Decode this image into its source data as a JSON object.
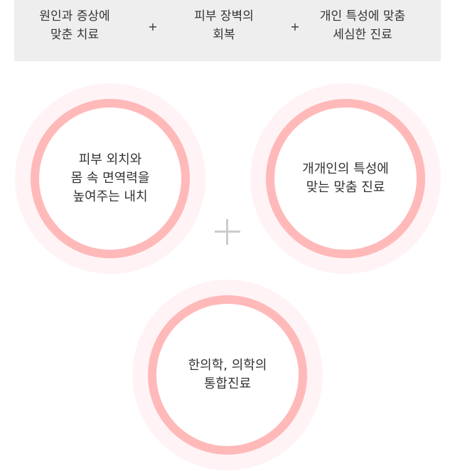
{
  "top_bar": {
    "items": [
      {
        "line1": "원인과 증상에",
        "line2": "맞춘 치료"
      },
      {
        "line1": "피부 장벽의",
        "line2": "회복"
      },
      {
        "line1": "개인 특성에 맞춤",
        "line2": "세심한 진료"
      }
    ],
    "plus": "+"
  },
  "circles": [
    {
      "lines": [
        "피부 외치와",
        "몸 속 면역력을",
        "높여주는 내치"
      ]
    },
    {
      "lines": [
        "개개인의 특성에",
        "맞는 맞춤 진료"
      ]
    },
    {
      "lines": [
        "한의학, 의학의",
        "통합진료"
      ]
    }
  ],
  "colors": {
    "ring": "#ffb9b9",
    "halo": "#fff3f6",
    "bar": "#eeeeee",
    "plus_icon": "#cccccc"
  },
  "icons": {
    "center_plus": "plus-icon"
  }
}
